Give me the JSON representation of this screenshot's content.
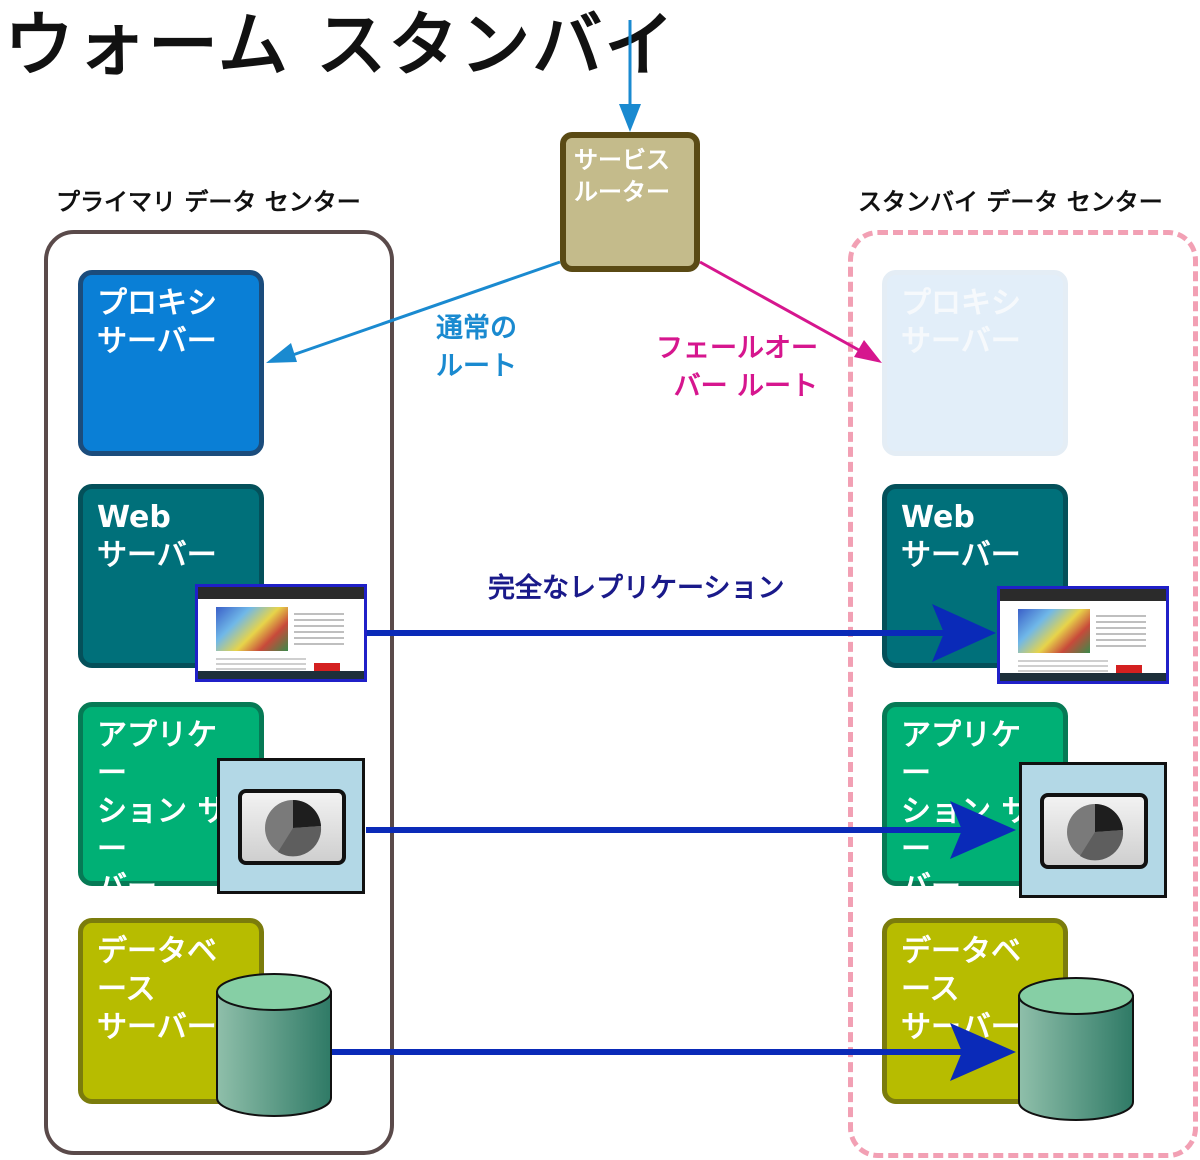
{
  "title": "ウォーム スタンバイ",
  "primary_dc": {
    "label": "プライマリ データ センター",
    "servers": {
      "proxy": "プロキシ\nサーバー",
      "web": "Web\nサーバー",
      "app": "アプリケー\nション サー\nバー",
      "db": "データベース\nサーバー"
    }
  },
  "standby_dc": {
    "label": "スタンバイ データ センター",
    "servers": {
      "proxy": "プロキシ\nサーバー",
      "web": "Web\nサーバー",
      "app": "アプリケー\nション サー\nバー",
      "db": "データベース\nサーバー"
    }
  },
  "router": {
    "label": "サービス\nルーター"
  },
  "routes": {
    "normal": "通常の\nルート",
    "failover": "フェールオー\nバー ルート"
  },
  "replication": {
    "label": "完全なレプリケーション"
  },
  "colors": {
    "normal_route": "#1a8ad0",
    "failover_route": "#d6168e",
    "replication": "#0a2ab8",
    "proxy": "#0a7fd6",
    "web": "#00707a",
    "app": "#00b075",
    "db": "#b7bc00",
    "router": "#c4bb8b"
  }
}
